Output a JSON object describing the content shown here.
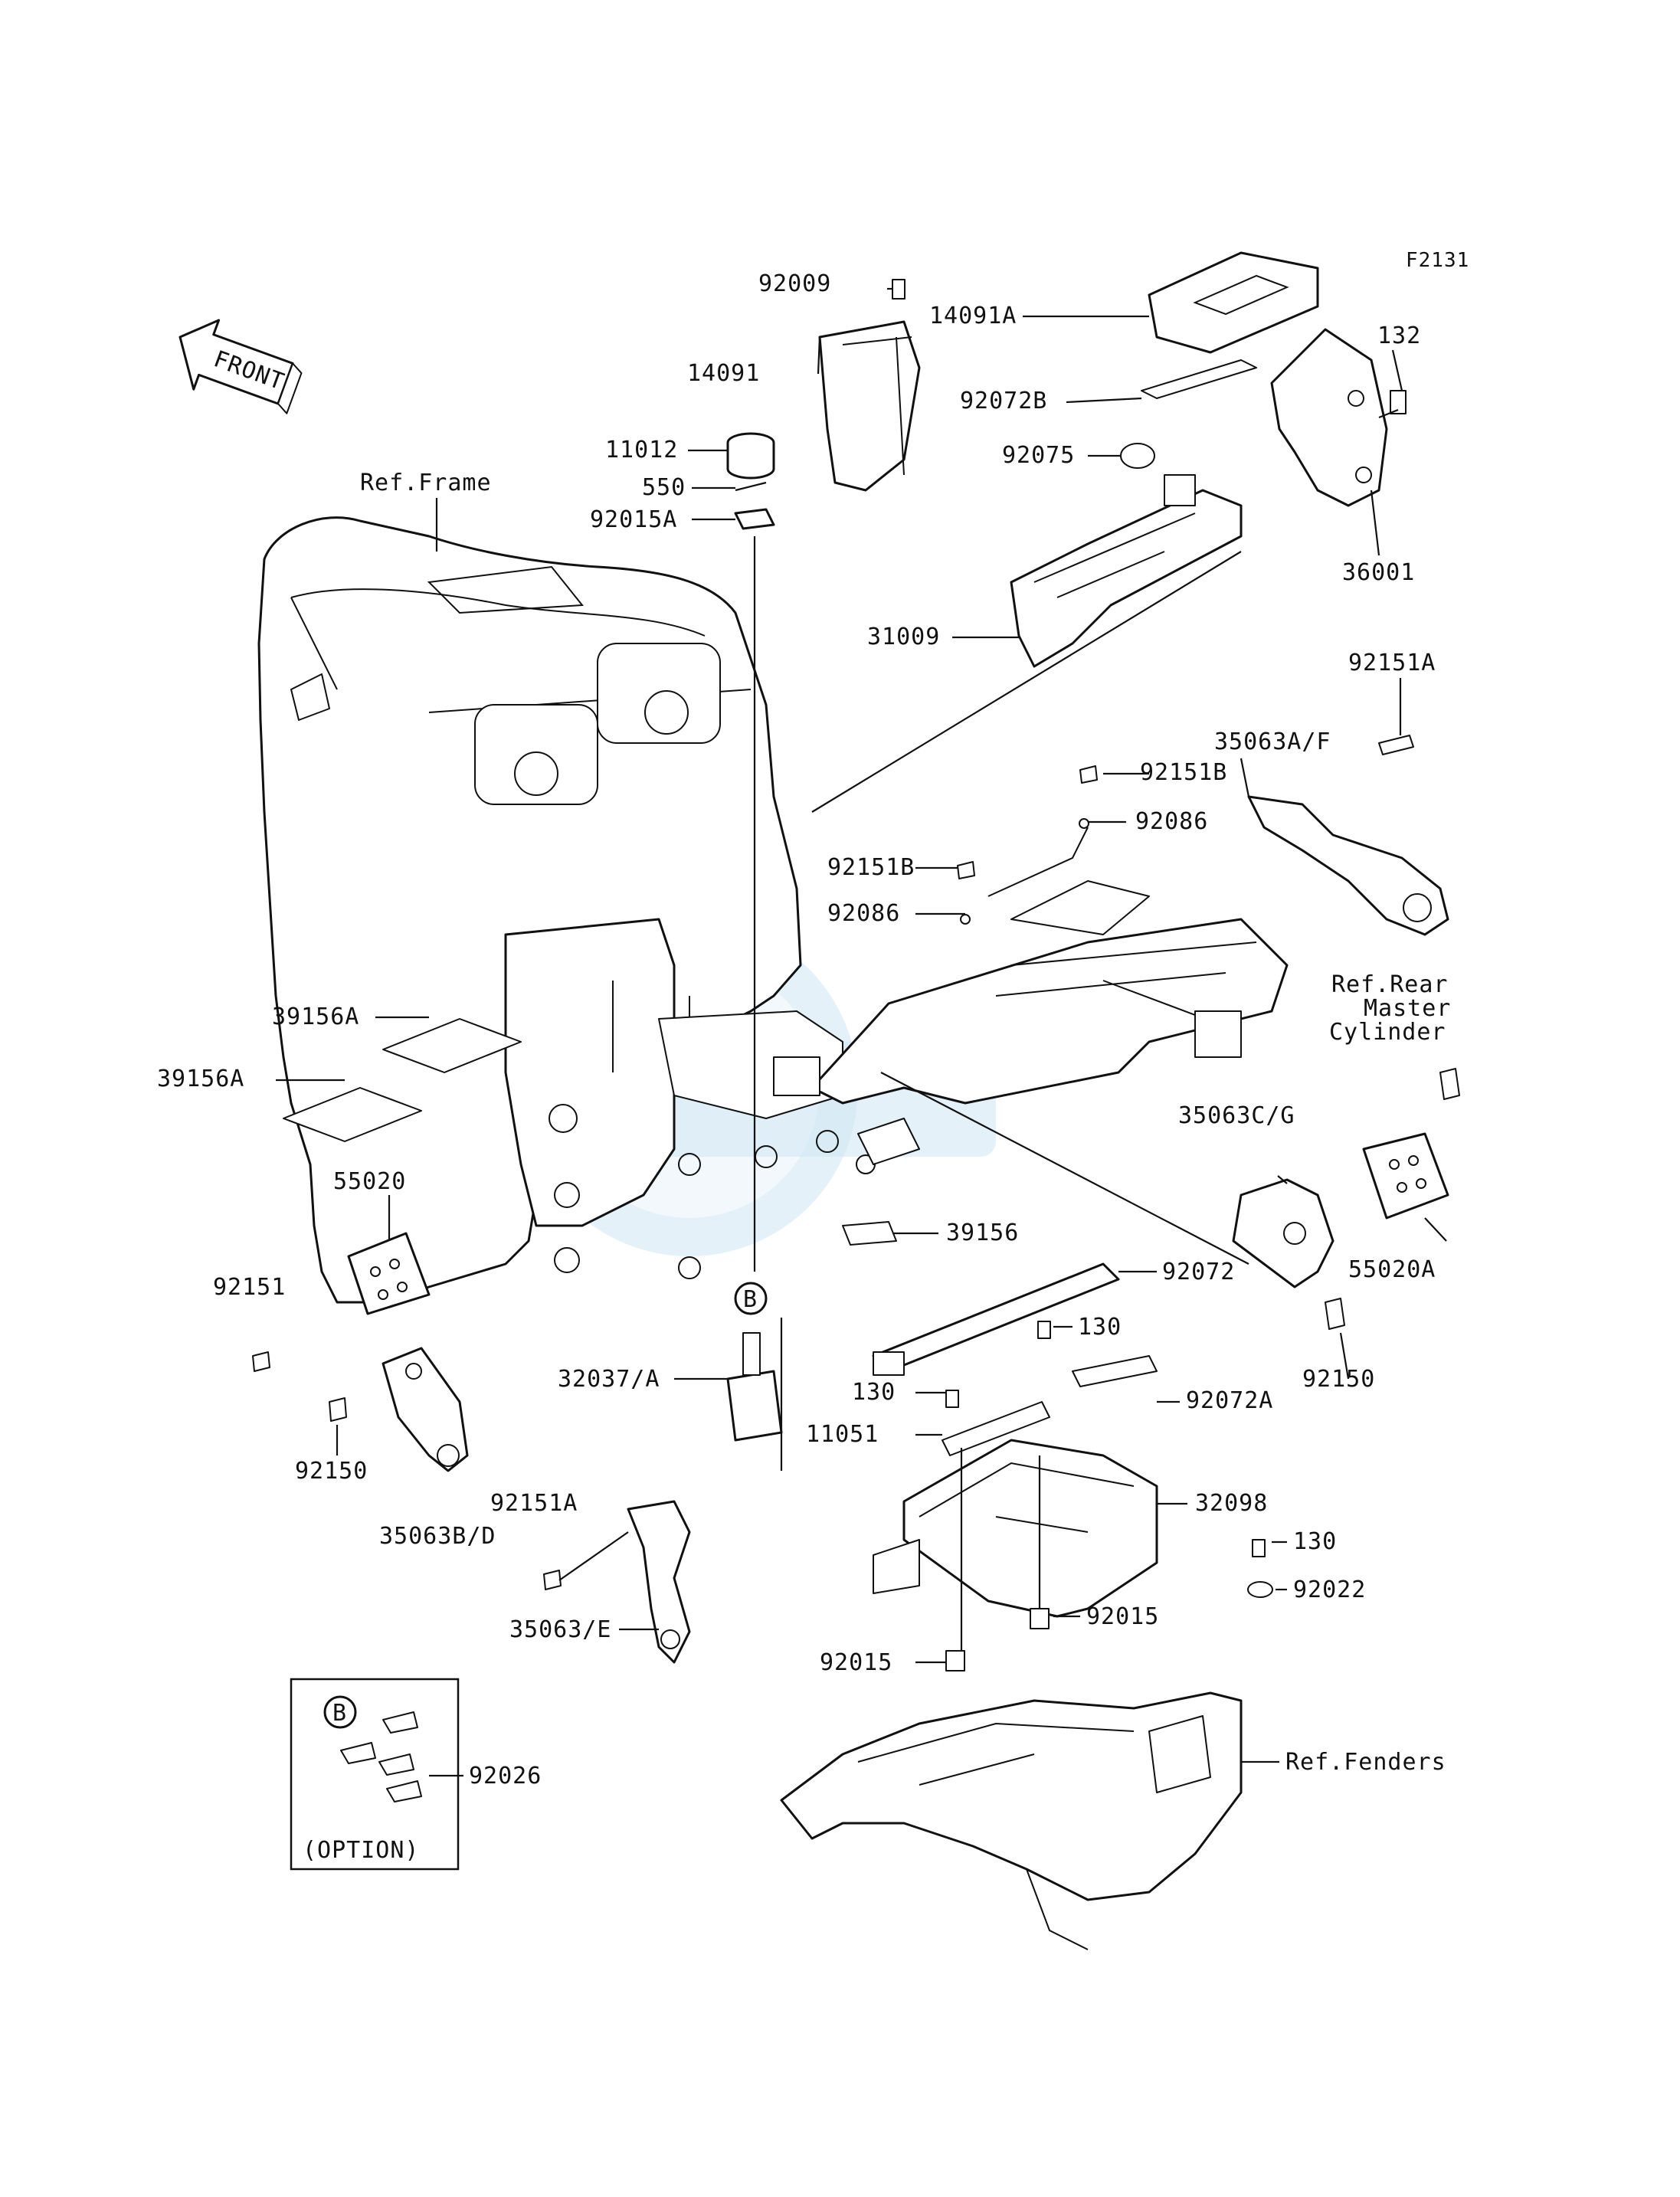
{
  "figure_code": "F2131",
  "front_arrow_text": "FRONT",
  "option_box": {
    "badge": "B",
    "caption": "(OPTION)",
    "part": "92026"
  },
  "b_marker": "B",
  "labels": {
    "l92009": "92009",
    "l14091A": "14091A",
    "l132": "132",
    "l14091": "14091",
    "l92072B": "92072B",
    "l11012": "11012",
    "l92075": "92075",
    "l550": "550",
    "l92015A": "92015A",
    "lRefFrame": "Ref.Frame",
    "l36001": "36001",
    "l31009": "31009",
    "l92151A_top": "92151A",
    "l35063AF": "35063A/F",
    "l92151B_1": "92151B",
    "l92086_1": "92086",
    "l92151B_2": "92151B",
    "l92086_2": "92086",
    "lRefRear1": "Ref.Rear",
    "lRefRear2": "Master",
    "lRefRear3": "Cylinder",
    "l39156A_1": "39156A",
    "l39156A_2": "39156A",
    "l35063CG": "35063C/G",
    "l55020": "55020",
    "l39156": "39156",
    "l55020A": "55020A",
    "l92151": "92151",
    "l92072": "92072",
    "l130_1": "130",
    "l32037A": "32037/A",
    "l130_2": "130",
    "l92072A": "92072A",
    "l92150_right": "92150",
    "l11051": "11051",
    "l92150_left": "92150",
    "l32098": "32098",
    "l92151A_bot": "92151A",
    "l130_3": "130",
    "l35063BD": "35063B/D",
    "l92022": "92022",
    "l92015": "92015",
    "l35063E": "35063/E",
    "l92015_2": "92015",
    "lRefFenders": "Ref.Fenders"
  }
}
